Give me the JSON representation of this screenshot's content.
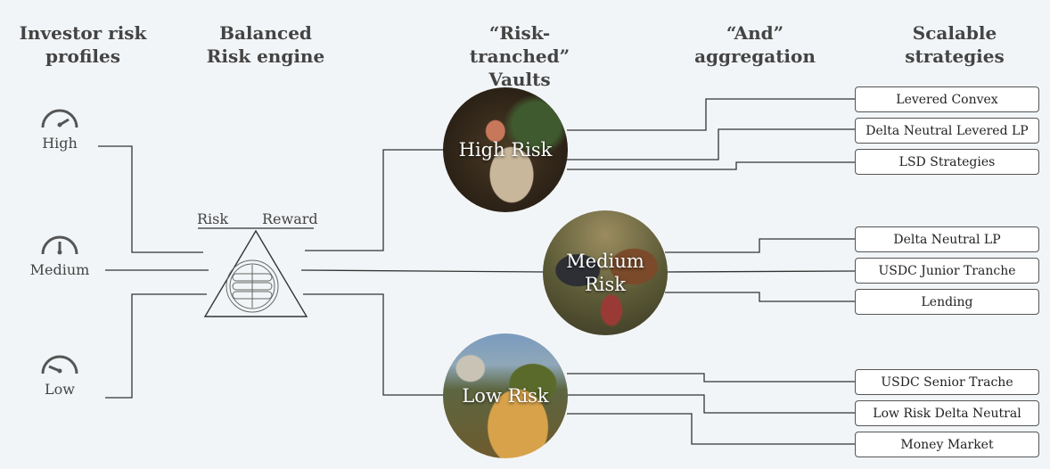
{
  "headers": {
    "profiles": "Investor risk\nprofiles",
    "engine": "Balanced\nRisk engine",
    "vaults": "“Risk-tranched”\nVaults",
    "aggregation": "“And”\naggregation",
    "strategies": "Scalable\nstrategies"
  },
  "profiles": [
    {
      "label": "High",
      "icon": "gauge-high-icon"
    },
    {
      "label": "Medium",
      "icon": "gauge-medium-icon"
    },
    {
      "label": "Low",
      "icon": "gauge-low-icon"
    }
  ],
  "engine": {
    "left_label": "Risk",
    "right_label": "Reward",
    "icon": "triangle-engine-icon"
  },
  "vaults": [
    {
      "label": "High Risk"
    },
    {
      "label": "Medium\nRisk"
    },
    {
      "label": "Low Risk"
    }
  ],
  "strategies": {
    "high": [
      "Levered Convex",
      "Delta Neutral Levered LP",
      "LSD Strategies"
    ],
    "medium": [
      "Delta Neutral LP",
      "USDC Junior Tranche",
      "Lending"
    ],
    "low": [
      "USDC Senior Trache",
      "Low Risk Delta Neutral",
      "Money Market"
    ]
  },
  "colors": {
    "background": "#f2f5f7",
    "line": "#333333",
    "box_border": "#555555"
  }
}
